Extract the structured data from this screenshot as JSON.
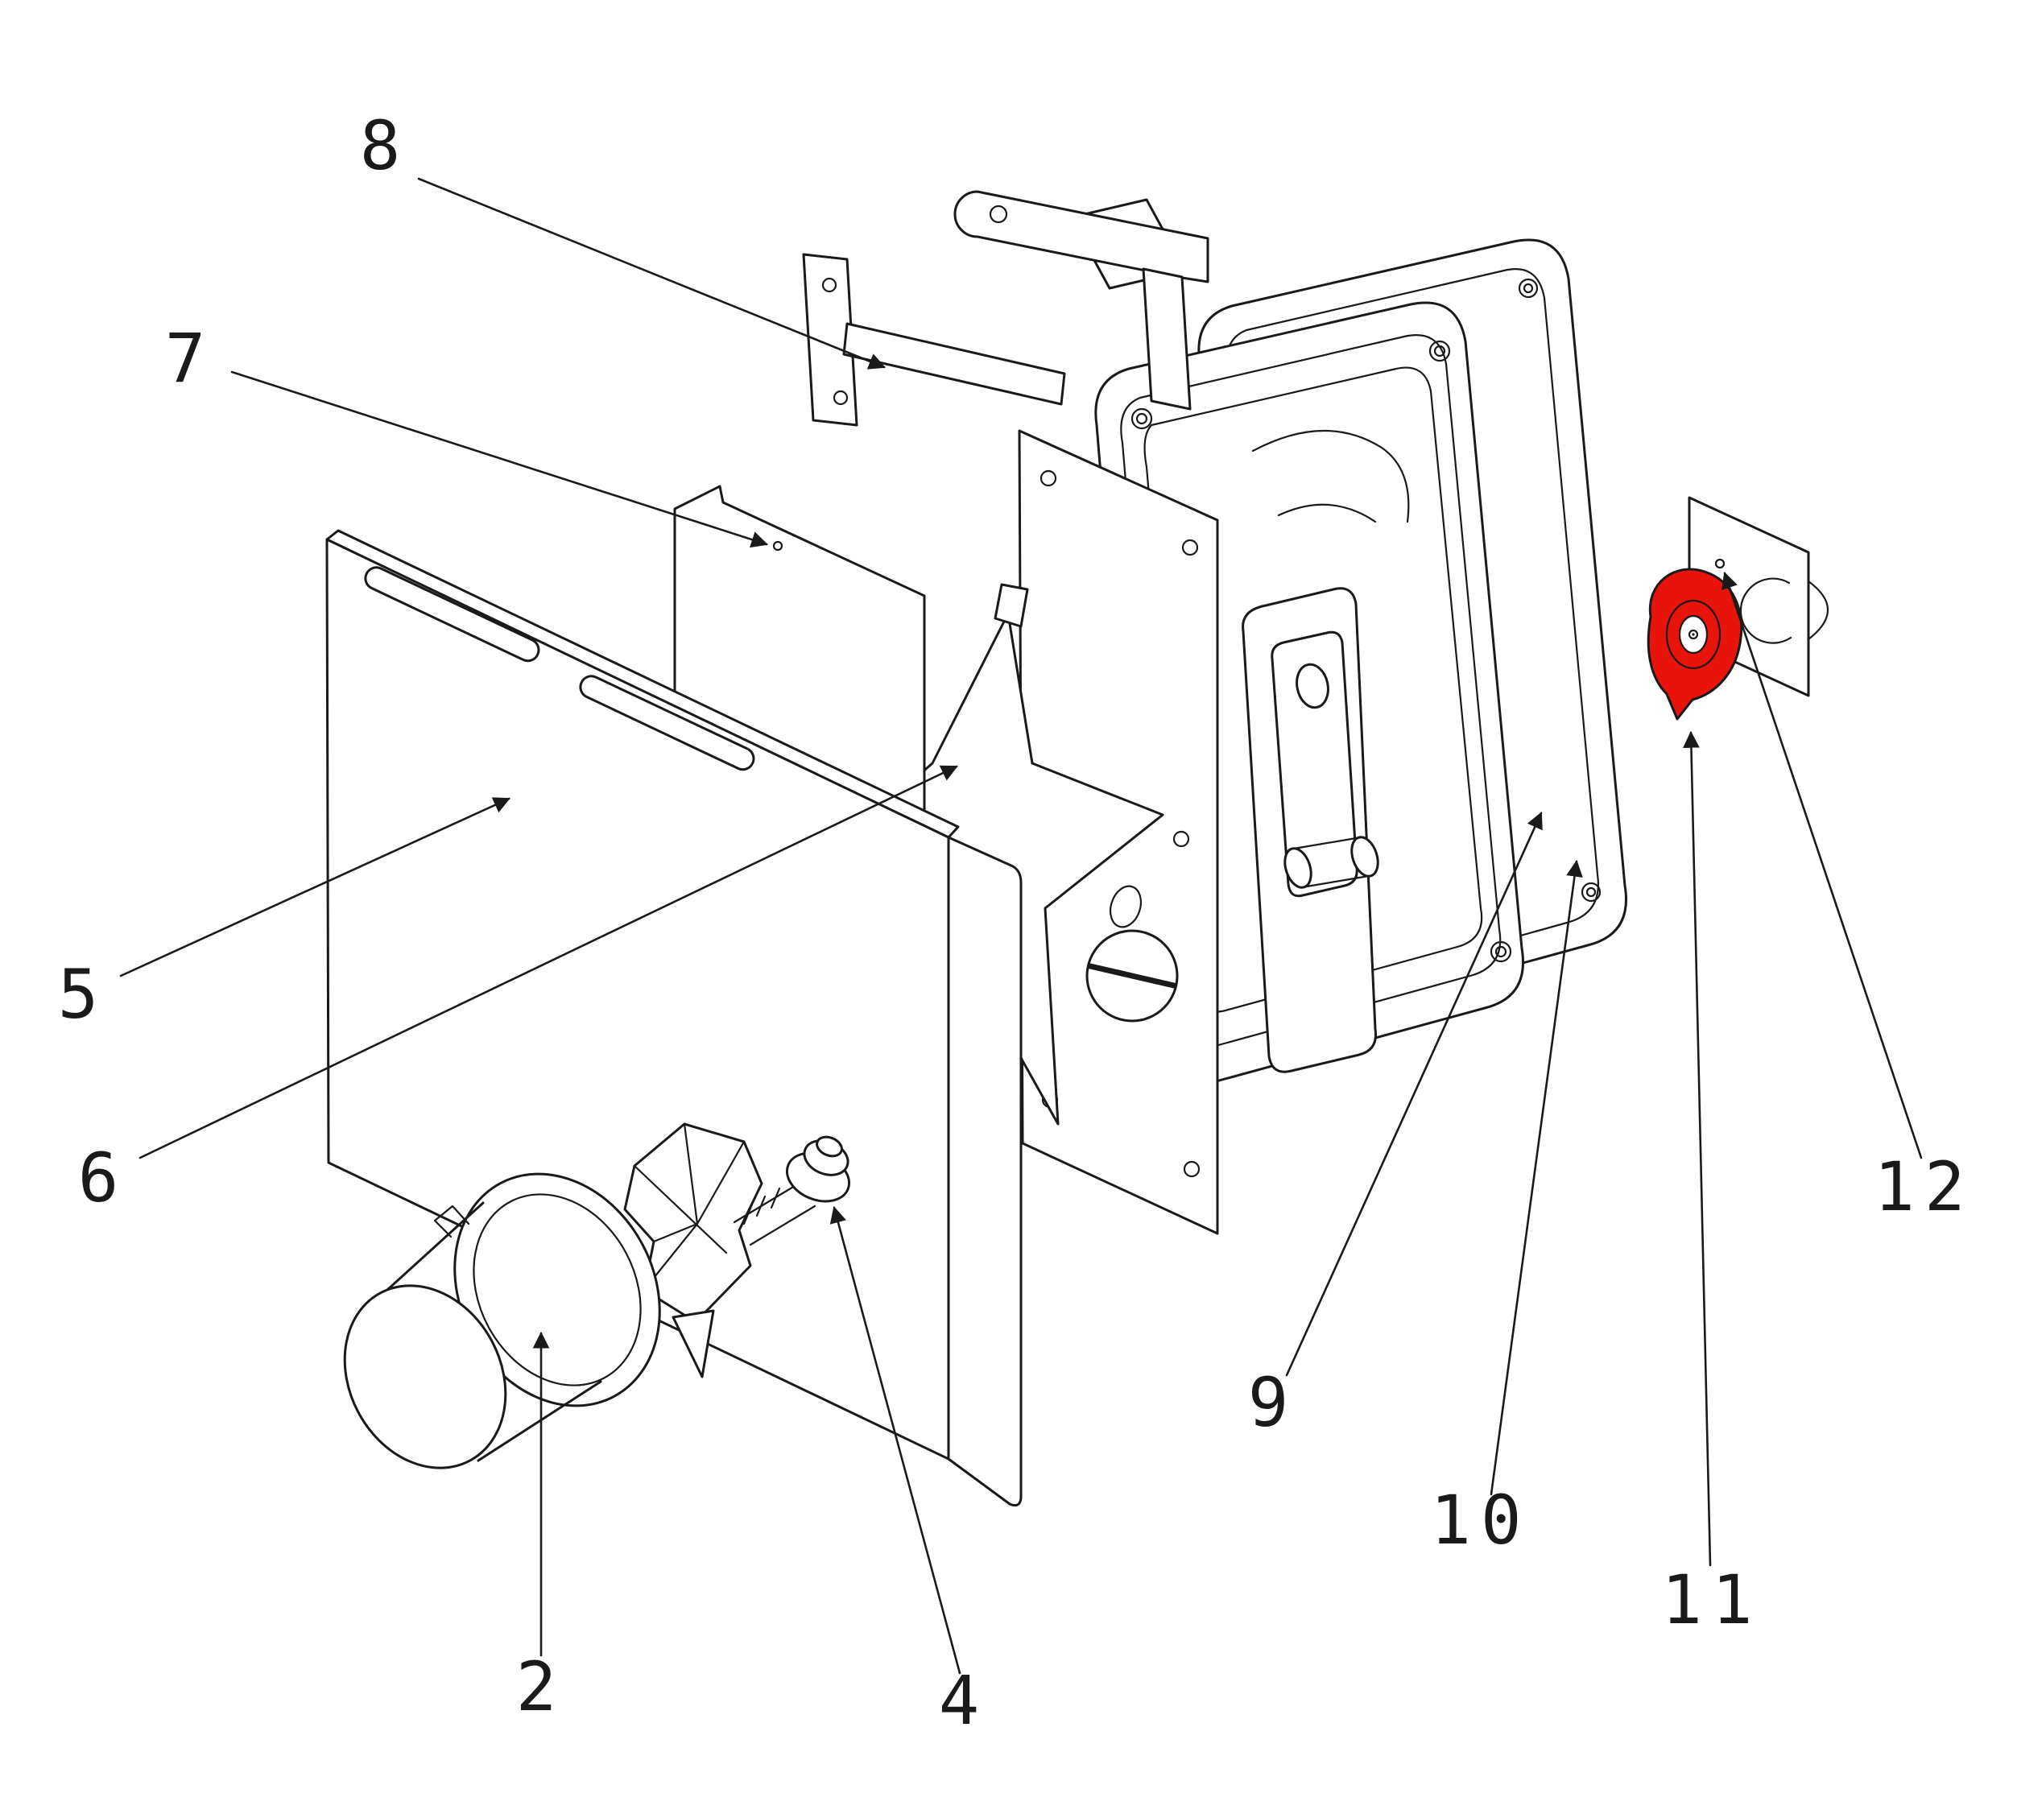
{
  "diagram": {
    "type": "exploded-assembly-parts-diagram",
    "background": "#ffffff",
    "line_color": "#1a1a1a",
    "highlight_color": "#e8130b",
    "highlighted_part_label": "11",
    "callouts": [
      {
        "label": "2"
      },
      {
        "label": "4"
      },
      {
        "label": "5"
      },
      {
        "label": "6"
      },
      {
        "label": "7"
      },
      {
        "label": "8"
      },
      {
        "label": "9"
      },
      {
        "label": "10"
      },
      {
        "label": "11"
      },
      {
        "label": "12"
      }
    ]
  }
}
